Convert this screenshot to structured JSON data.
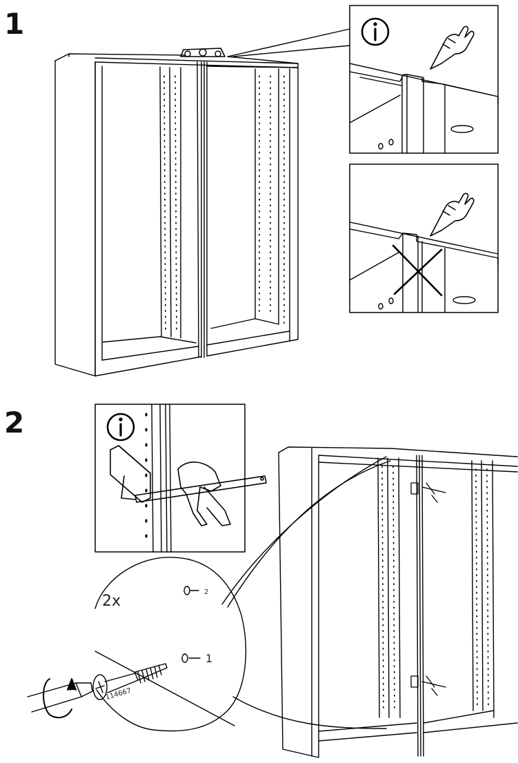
{
  "steps": [
    {
      "number": "1"
    },
    {
      "number": "2"
    }
  ],
  "step2": {
    "quantity": "2x",
    "callout_hole_top": "2",
    "callout_hole_bottom": "1",
    "screw_part_number": "114667"
  },
  "icons": {
    "info": "info-icon",
    "pointing_hand": "pointing-hand-icon",
    "wrong_cross": "cross-mark-icon",
    "rotate": "rotate-clockwise-icon",
    "clamp": "clamp-icon",
    "screwdriver": "screwdriver-icon",
    "screw": "screw-icon"
  },
  "colors": {
    "line": "#000000",
    "background": "#ffffff"
  }
}
